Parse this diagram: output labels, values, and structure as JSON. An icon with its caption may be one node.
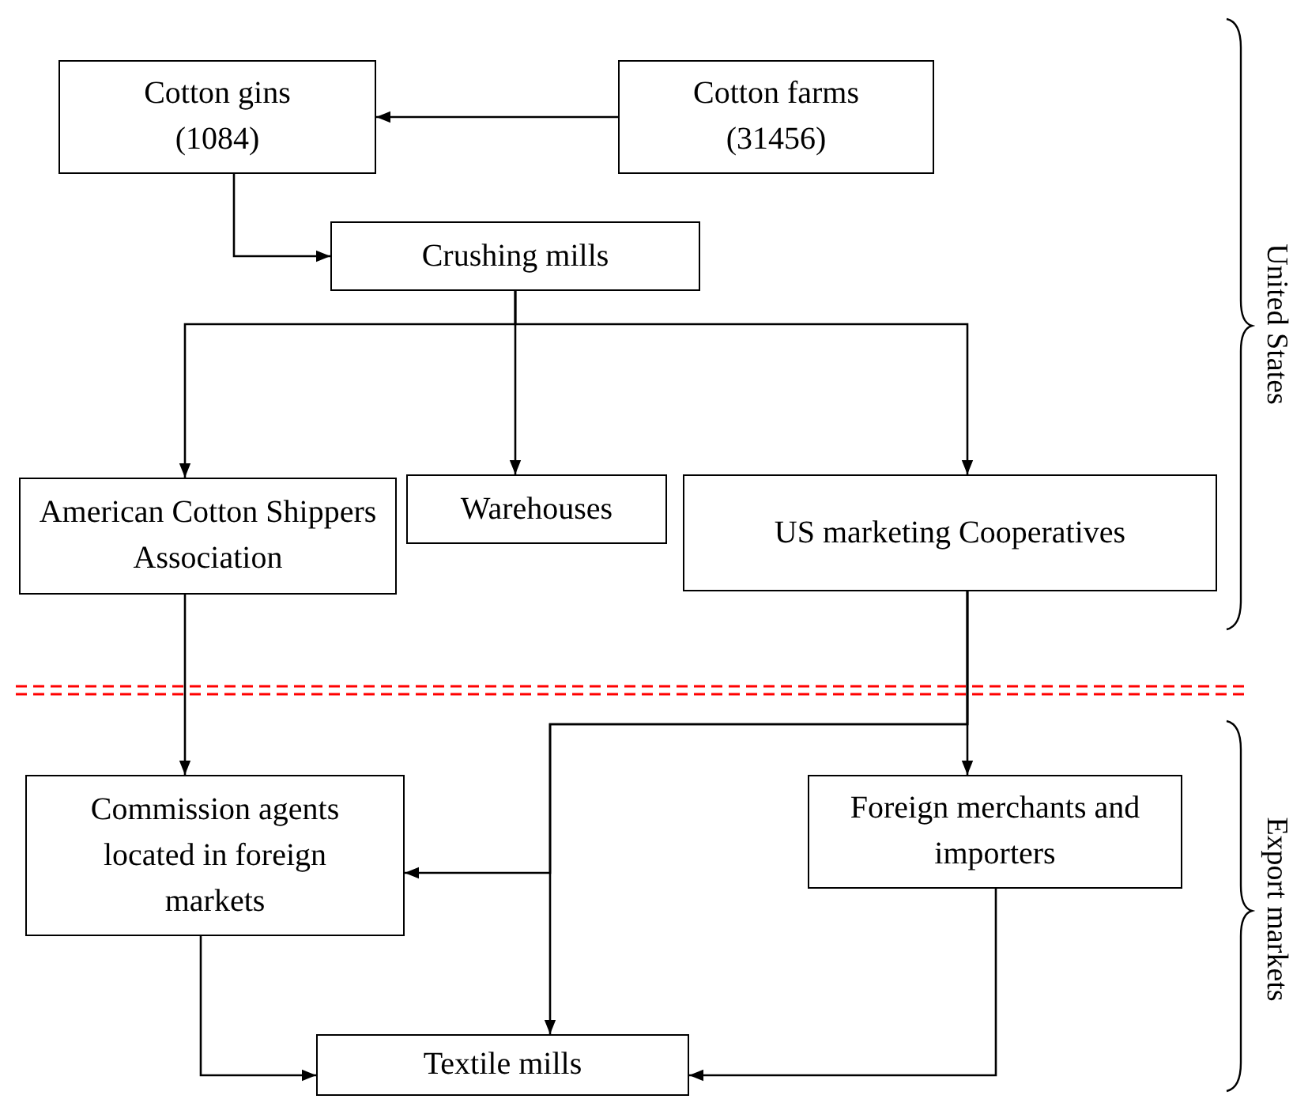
{
  "diagram": {
    "nodes": [
      {
        "text": [
          "Cotton gins (1084)"
        ]
      },
      {
        "text": [
          "Cotton farms (31456)"
        ]
      },
      {
        "text": [
          "Crushing mills"
        ]
      },
      {
        "text": [
          "American Cotton Shippers Association"
        ]
      },
      {
        "text": [
          "Warehouses"
        ]
      },
      {
        "text": [
          "US marketing Cooperatives"
        ]
      },
      {
        "text": [
          "Commission agents located in foreign markets"
        ]
      },
      {
        "text": [
          "Foreign merchants and importers"
        ]
      },
      {
        "text": [
          "Textile mills"
        ]
      }
    ],
    "edges": [
      {
        "from": 1,
        "to": 0,
        "arrow": "to"
      },
      {
        "from": 0,
        "to": 2,
        "arrow": "to"
      },
      {
        "from": 2,
        "to": 3,
        "arrow": "to"
      },
      {
        "from": 2,
        "to": 4,
        "arrow": "to"
      },
      {
        "from": 2,
        "to": 5,
        "arrow": "to"
      },
      {
        "from": 3,
        "to": 6,
        "arrow": "to"
      },
      {
        "from": 5,
        "to": 7,
        "arrow": "to"
      },
      {
        "from": 5,
        "to": 6,
        "arrow": "to"
      },
      {
        "from": 5,
        "to": 8,
        "arrow": "to"
      },
      {
        "from": 6,
        "to": 8,
        "arrow": "to"
      },
      {
        "from": 7,
        "to": 8,
        "arrow": "to"
      }
    ],
    "labels": [
      "United States",
      "Export markets"
    ]
  }
}
